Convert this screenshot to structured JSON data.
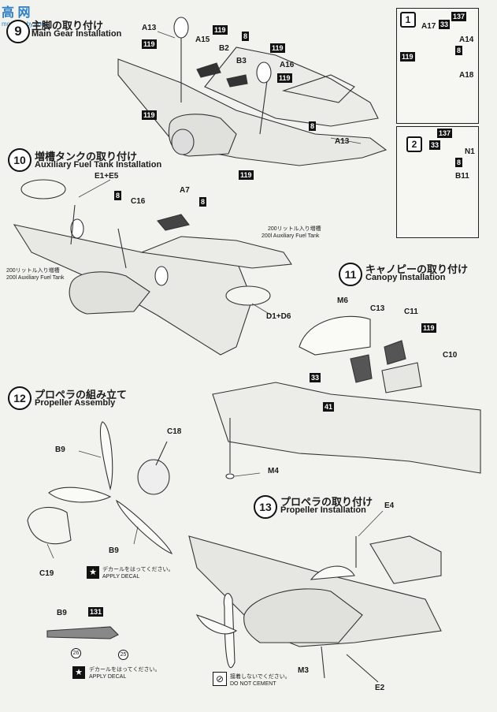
{
  "watermark": {
    "line1": "高",
    "line2": "网",
    "site": "moe-hobby.com"
  },
  "step9": {
    "num": "9",
    "jp": "主脚の取り付け",
    "en": "Main Gear Installation"
  },
  "step10": {
    "num": "10",
    "jp": "増槽タンクの取り付け",
    "en": "Auxiliary Fuel Tank Installation"
  },
  "step11": {
    "num": "11",
    "jp": "キャノピーの取り付け",
    "en": "Canopy Installation"
  },
  "step12": {
    "num": "12",
    "jp": "プロペラの組み立て",
    "en": "Propeller Assembly"
  },
  "step13": {
    "num": "13",
    "jp": "プロペラの取り付け",
    "en": "Propeller Installation"
  },
  "panel1": {
    "tag": "1"
  },
  "panel2": {
    "tag": "2"
  },
  "parts": {
    "a13": "A13",
    "a15": "A15",
    "b2": "B2",
    "b3": "B3",
    "a16": "A16",
    "a13b": "A13",
    "a17": "A17",
    "a14": "A14",
    "a18": "A18",
    "n1": "N1",
    "b11": "B11",
    "e1e5": "E1+E5",
    "c16": "C16",
    "a7": "A7",
    "d1d6": "D1+D6",
    "m6": "M6",
    "c13": "C13",
    "c11": "C11",
    "c10": "C10",
    "b9a": "B9",
    "c18": "C18",
    "b9b": "B9",
    "c19": "C19",
    "m4": "M4",
    "b9c": "B9",
    "e4": "E4",
    "m3": "M3",
    "e2": "E2"
  },
  "boxes": {
    "b119a": "119",
    "b119b": "119",
    "b8a": "8",
    "b119c": "119",
    "b119d": "119",
    "b8b": "8",
    "b119e": "119",
    "p1_33": "33",
    "p1_137": "137",
    "p1_8": "8",
    "p1_119": "119",
    "p2_137": "137",
    "p2_33": "33",
    "p2_8": "8",
    "s10_8": "8",
    "s10_8b": "8",
    "s11_119": "119",
    "s11_33": "33",
    "s11_41": "41",
    "s12_131": "131"
  },
  "circles": {
    "c26": "26",
    "c25": "25"
  },
  "notes": {
    "tank_right_jp": "200リットル入り増槽",
    "tank_right_en": "200l Auxiliary Fuel Tank",
    "tank_left_jp": "200リットル入り増槽",
    "tank_left_en": "200l Auxiliary Fuel Tank",
    "decal1_jp": "デカールをはってください。",
    "decal1_en": "APPLY DECAL",
    "decal2_jp": "デカールをはってください。",
    "decal2_en": "APPLY DECAL",
    "cement_jp": "接着しないでください。",
    "cement_en": "DO NOT CEMENT"
  }
}
